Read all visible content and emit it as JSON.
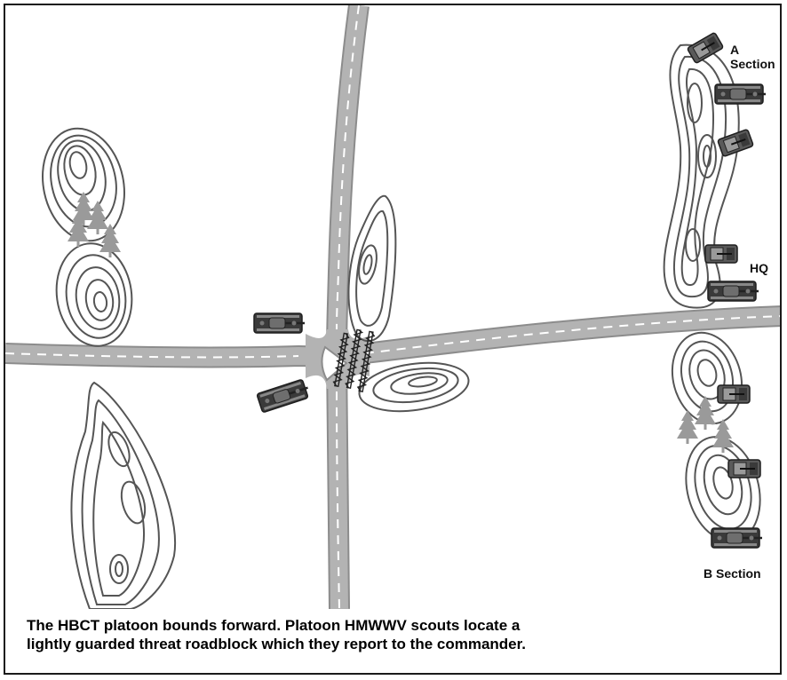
{
  "labels": {
    "a_section": [
      "A",
      "Section"
    ],
    "hq": "HQ",
    "b_section": "B Section"
  },
  "caption": {
    "line1": "The HBCT platoon bounds forward. Platoon HMWWV scouts locate a",
    "line2": "lightly guarded threat roadblock which they report to the commander."
  },
  "colors": {
    "road": "#b3b3b3",
    "road_edge": "#8c8c8c",
    "road_dash": "#ffffff",
    "contour": "#555555",
    "tree": "#9a9a9a",
    "vehicle_dark": "#3c3c3c"
  },
  "icons": [
    "tree-icon",
    "tank-icon",
    "hmmwv-icon",
    "obstacle-icon"
  ]
}
